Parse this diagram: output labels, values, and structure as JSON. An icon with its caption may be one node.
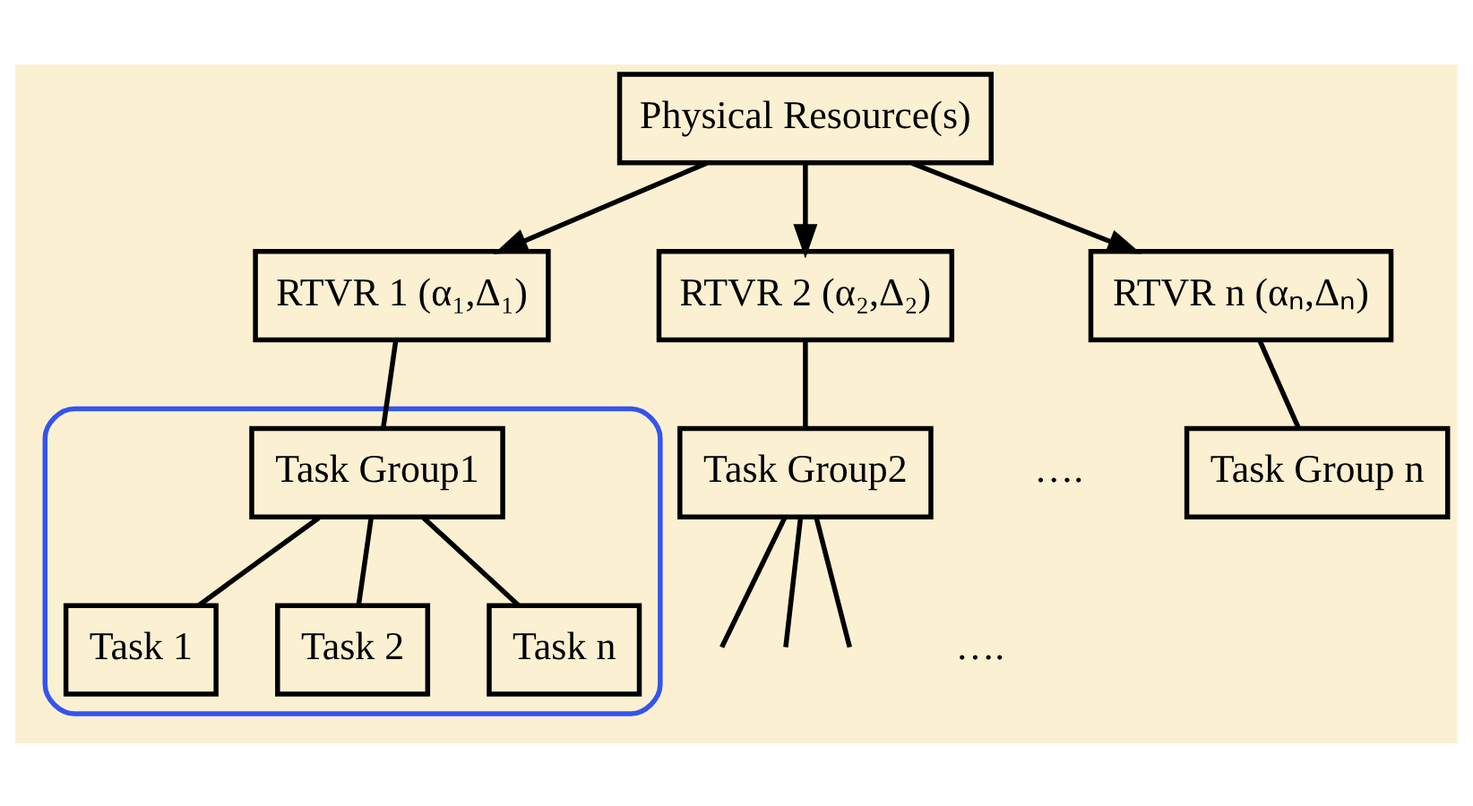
{
  "diagram": {
    "nodes": [
      {
        "text": [
          "Physical Resource(s)"
        ]
      },
      {
        "text": [
          "RTVR 1 (α₁,Δ₁)"
        ]
      },
      {
        "text": [
          "RTVR 2 (α₂,Δ₂)"
        ]
      },
      {
        "text": [
          "RTVR n (αₙ,Δₙ)"
        ]
      },
      {
        "text": [],
        "shape": "ellipse"
      },
      {
        "text": [
          "Task Group1"
        ],
        "in": 4
      },
      {
        "text": [
          "Task Group2"
        ]
      },
      {
        "text": [
          "Task Group n"
        ]
      },
      {
        "text": [
          "Task 1"
        ],
        "in": 4
      },
      {
        "text": [
          "Task 2"
        ],
        "in": 4
      },
      {
        "text": [
          "Task n"
        ],
        "in": 4
      }
    ],
    "edges": [
      {
        "from": 0,
        "to": 1,
        "arrow": "to"
      },
      {
        "from": 0,
        "to": 2,
        "arrow": "to"
      },
      {
        "from": 0,
        "to": 3,
        "arrow": "to"
      },
      {
        "from": 1,
        "to": 5,
        "arrow": "none"
      },
      {
        "from": 2,
        "to": 6,
        "arrow": "none"
      },
      {
        "from": 3,
        "to": 7,
        "arrow": "none"
      },
      {
        "from": 5,
        "to": 8,
        "arrow": "none"
      },
      {
        "from": 5,
        "to": 9,
        "arrow": "none"
      },
      {
        "from": 5,
        "to": 10,
        "arrow": "none"
      },
      {
        "from": 6,
        "to": null,
        "arrow": "none"
      },
      {
        "from": 6,
        "to": null,
        "arrow": "none"
      },
      {
        "from": 6,
        "to": null,
        "arrow": "none"
      }
    ],
    "labels": [
      "….",
      "…."
    ]
  }
}
